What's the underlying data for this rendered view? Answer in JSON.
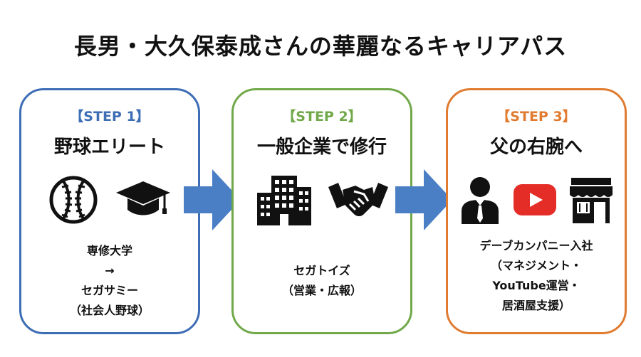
{
  "title": "長男・大久保泰成さんの華麗なるキャリアパス",
  "colors": {
    "step1": "#3d6db5",
    "step2": "#71a84a",
    "step3": "#e07b30",
    "arrow": "#4a7fc6",
    "youtube": "#e52d27"
  },
  "steps": [
    {
      "label": "【STEP 1】",
      "heading": "野球エリート",
      "icons": [
        "baseball-icon",
        "graduation-cap-icon"
      ],
      "lines": [
        "専修大学",
        "→",
        "セガサミー",
        "（社会人野球）"
      ]
    },
    {
      "label": "【STEP 2】",
      "heading": "一般企業で修行",
      "icons": [
        "office-building-icon",
        "handshake-icon"
      ],
      "lines": [
        "セガトイズ",
        "（営業・広報）"
      ]
    },
    {
      "label": "【STEP 3】",
      "heading": "父の右腕へ",
      "icons": [
        "businessman-icon",
        "youtube-icon",
        "storefront-icon"
      ],
      "lines": [
        "デーブカンパニー入社",
        "（マネジメント・",
        "YouTube運営・",
        "居酒屋支援）"
      ]
    }
  ]
}
